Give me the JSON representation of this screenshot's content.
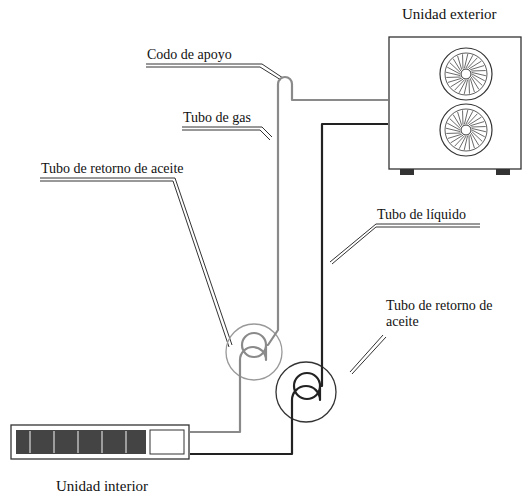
{
  "diagram": {
    "nodes": [
      {
        "text": [
          "Unidad exterior"
        ]
      },
      {
        "text": [
          "Unidad interior"
        ]
      }
    ],
    "edges": [
      {
        "from": 1,
        "to": 0,
        "arrow": "none"
      },
      {
        "from": 1,
        "to": 0,
        "arrow": "none"
      }
    ],
    "labels": [
      "Codo de apoyo",
      "Tubo de gas",
      "Tubo de retorno de aceite",
      "Tubo de líquido",
      "Tubo de retorno de aceite"
    ]
  }
}
